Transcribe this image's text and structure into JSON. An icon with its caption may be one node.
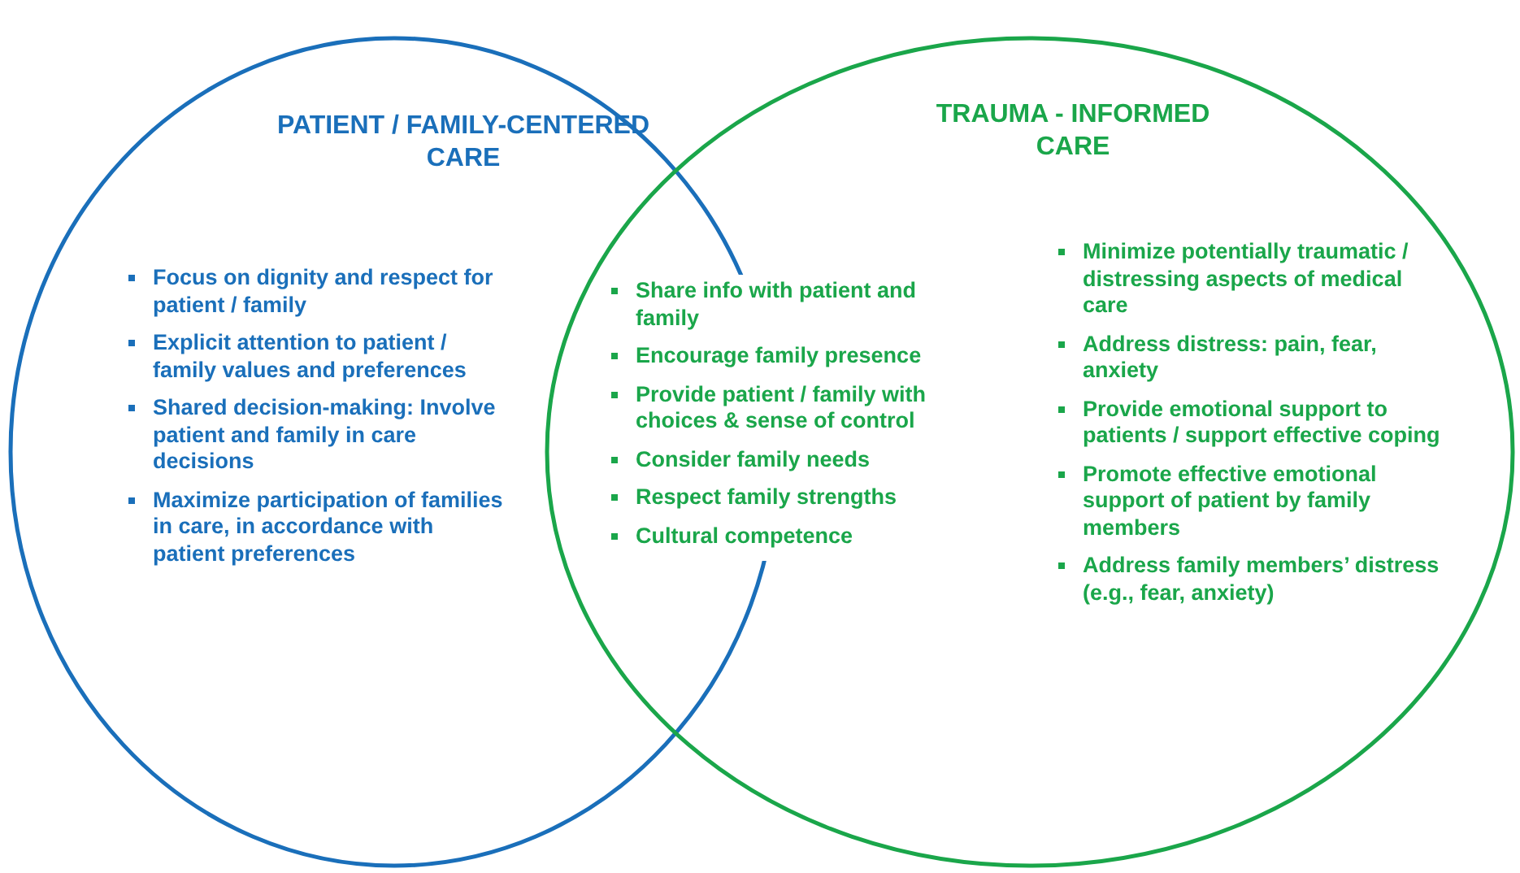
{
  "diagram": {
    "nodes": [
      {
        "text": [
          "PATIENT / FAMILY-CENTERED CARE",
          "Focus on dignity and respect for patient / family",
          "Explicit attention to patient / family values and preferences",
          "Shared decision-making: Involve patient and family in care decisions",
          "Maximize participation of families in care, in accordance with patient preferences"
        ]
      },
      {
        "text": [
          "TRAUMA - INFORMED CARE",
          "Minimize potentially traumatic / distressing aspects of medical care",
          "Address distress: pain, fear, anxiety",
          "Provide emotional support to patients / support effective coping",
          "Promote effective emotional support of patient by family members",
          "Address family members’ distress (e.g., fear, anxiety)"
        ]
      }
    ],
    "edges": [],
    "labels": [
      "Share info with patient and family",
      "Encourage family presence",
      "Provide patient / family with choices & sense of control",
      "Consider family needs",
      "Respect family strengths",
      "Cultural competence"
    ]
  }
}
